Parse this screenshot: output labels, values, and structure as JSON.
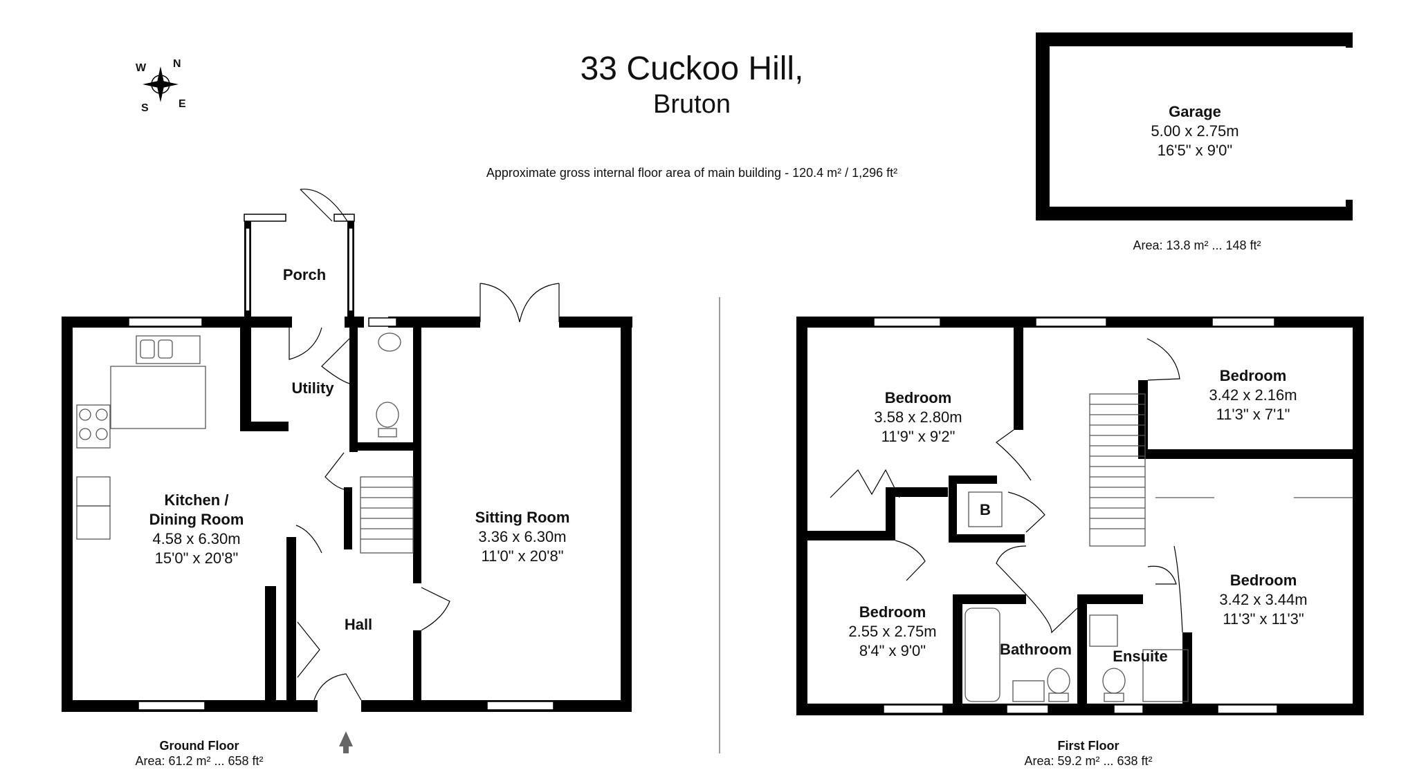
{
  "header": {
    "address_line1": "33 Cuckoo Hill,",
    "address_line2": "Bruton",
    "gross_area": "Approximate gross internal floor area of main building  -  120.4 m² /  1,296 ft²"
  },
  "compass": {
    "n": "N",
    "e": "E",
    "s": "S",
    "w": "W"
  },
  "garage": {
    "name": "Garage",
    "metric": "5.00 x 2.75m",
    "imperial": "16'5\" x 9'0\"",
    "area": "Area: 13.8 m² ... 148 ft²"
  },
  "ground_floor": {
    "label": "Ground Floor",
    "area": "Area: 61.2 m² ... 658 ft²",
    "porch": {
      "name": "Porch"
    },
    "utility": {
      "name": "Utility"
    },
    "hall": {
      "name": "Hall"
    },
    "kitchen": {
      "name_line1": "Kitchen /",
      "name_line2": "Dining Room",
      "metric": "4.58 x 6.30m",
      "imperial": "15'0\" x 20'8\""
    },
    "sitting": {
      "name": "Sitting Room",
      "metric": "3.36 x 6.30m",
      "imperial": "11'0\" x 20'8\""
    }
  },
  "first_floor": {
    "label": "First Floor",
    "area": "Area: 59.2 m² ... 638 ft²",
    "bed1": {
      "name": "Bedroom",
      "metric": "3.58 x 2.80m",
      "imperial": "11'9\" x 9'2\""
    },
    "bed2": {
      "name": "Bedroom",
      "metric": "3.42 x 2.16m",
      "imperial": "11'3\" x 7'1\""
    },
    "bed3": {
      "name": "Bedroom",
      "metric": "3.42 x 3.44m",
      "imperial": "11'3\" x 11'3\""
    },
    "bed4": {
      "name": "Bedroom",
      "metric": "2.55 x 2.75m",
      "imperial": "8'4\" x 9'0\""
    },
    "bathroom": {
      "name": "Bathroom"
    },
    "ensuite": {
      "name": "Ensuite"
    },
    "boiler": {
      "name": "B"
    }
  },
  "colors": {
    "wall": "#000000",
    "fixture": "#555555",
    "background": "#ffffff"
  }
}
